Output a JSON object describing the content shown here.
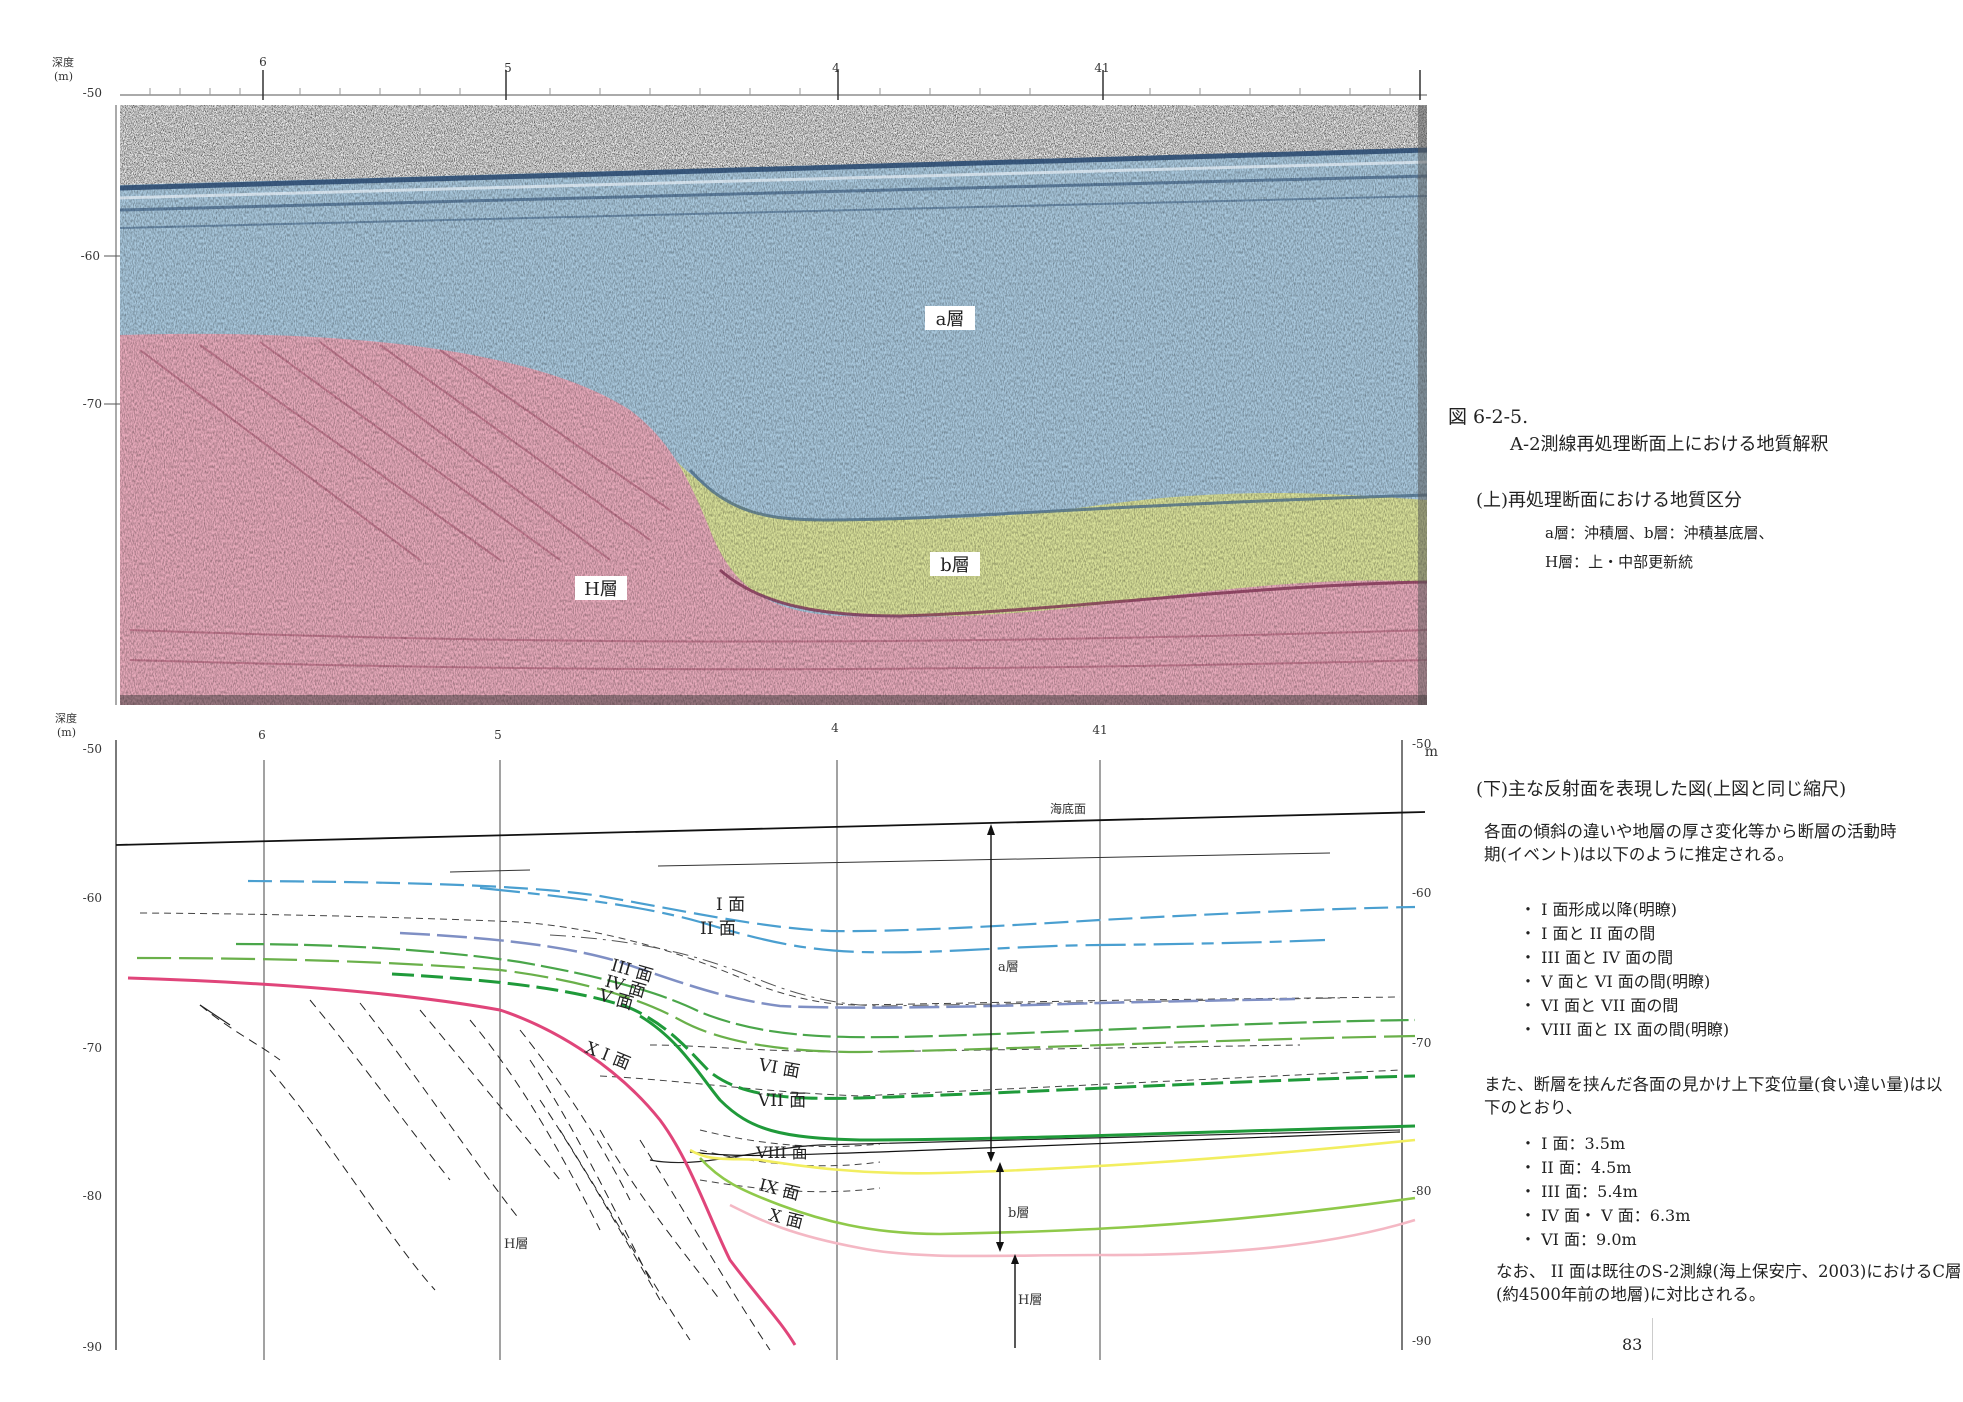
{
  "figure": {
    "label": "図 6-2-5.",
    "title": "A-2測線再処理断面上における地質解釈",
    "page_number": "83"
  },
  "top_panel": {
    "section_title": "(上)再処理断面における地質区分",
    "legend": [
      "a層：沖積層、b層：沖積基底層、",
      "H層：上・中部更新統"
    ],
    "axis_unit": "深度\n(m)",
    "axis_unit_line1": "深度",
    "axis_unit_line2": "(m)",
    "depth_ticks": [
      "-50",
      "-60",
      "-70"
    ],
    "stations": [
      "6",
      "5",
      "4",
      "41"
    ],
    "layer_labels": {
      "a": "a層",
      "b": "b層",
      "h": "H層"
    },
    "colors": {
      "a": "#a9c8dd",
      "b": "#d9e19a",
      "h": "#e7aabb",
      "noise": "#6e6e6e"
    }
  },
  "bottom_panel": {
    "section_title": "(下)主な反射面を表現した図(上図と同じ縮尺)",
    "axis_unit_line1": "深度",
    "axis_unit_line2": "(m)",
    "left_ticks": [
      "-50",
      "-60",
      "-70",
      "-80",
      "-90"
    ],
    "right_ticks": [
      "-50",
      "-60",
      "-70",
      "-80",
      "-90"
    ],
    "right_unit": "m",
    "stations": [
      "6",
      "5",
      "4",
      "41"
    ],
    "seafloor_label": "海底面",
    "layer_labels": {
      "a": "a層",
      "b": "b層",
      "h": "H層",
      "h_left": "H層"
    },
    "surface_labels": {
      "s1": "I 面",
      "s2": "II 面",
      "s3": "III 面",
      "s4": "IV 面",
      "s5": "V 面",
      "s6": "VI 面",
      "s7": "VII 面",
      "s8": "VIII 面",
      "s9": "IX 面",
      "s10": "X 面",
      "s11": "X I 面"
    },
    "colors": {
      "s1": "#4a9fd0",
      "s2": "#4a9fd0",
      "s3": "#7f8fc4",
      "s4": "#4aa64a",
      "s5": "#4aa64a",
      "s6": "#1f9a3a",
      "s7": "#1f9a3a",
      "s8": "#f2ee60",
      "s9": "#8fc94a",
      "s10": "#f4b8c4",
      "s11": "#e0457a"
    }
  },
  "text": {
    "event_intro": "各面の傾斜の違いや地層の厚さ変化等から断層の活動時期(イベント)は以下のように推定される。",
    "events": [
      "・ I 面形成以降(明瞭)",
      "・ I 面と II 面の間",
      "・ III 面と IV 面の間",
      "・ V 面と VI 面の間(明瞭)",
      "・ VI 面と VII 面の間",
      "・ VIII 面と IX 面の間(明瞭)"
    ],
    "offset_intro": "また、断層を挟んだ各面の見かけ上下変位量(食い違い量)は以下のとおり、",
    "offsets": [
      "・ I 面：3.5m",
      "・ II 面：4.5m",
      "・ III 面：5.4m",
      "・ IV 面・ V 面：6.3m",
      "・ VI 面：9.0m"
    ],
    "note": "なお、 II 面は既往のS-2測線(海上保安庁、2003)におけるC層(約4500年前の地層)に対比される。"
  }
}
